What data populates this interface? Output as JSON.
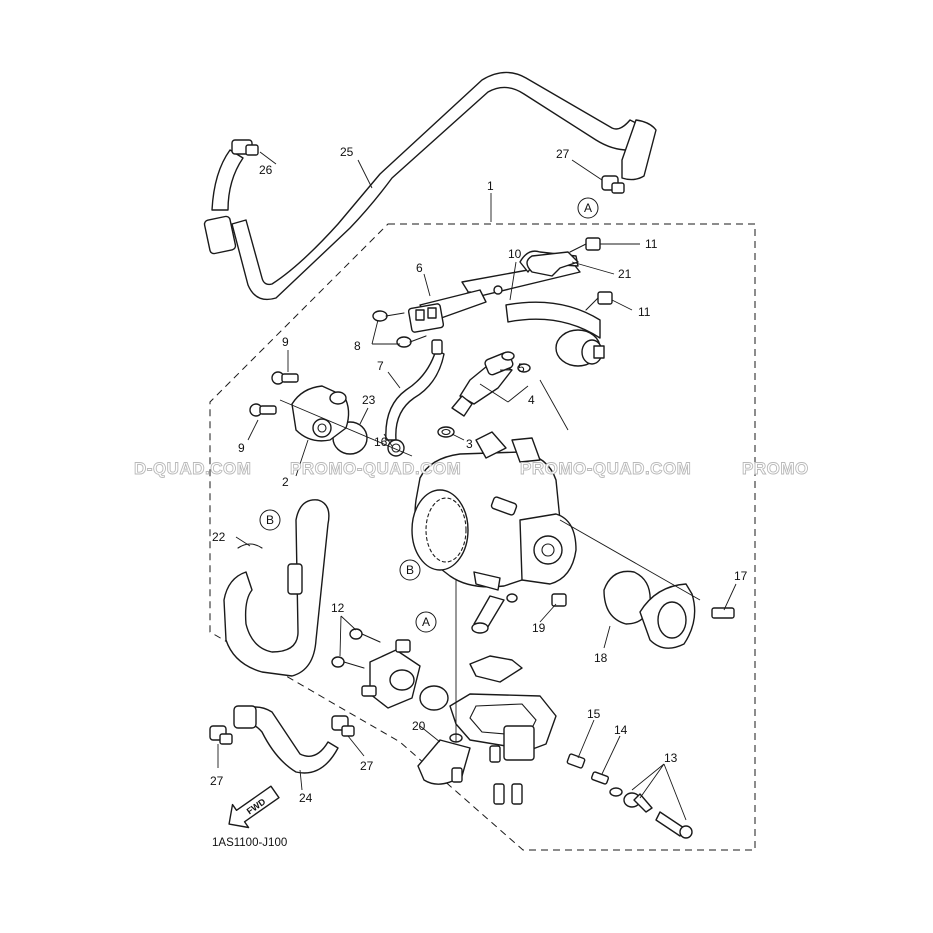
{
  "watermark": {
    "segments": [
      "D-QUAD.COM",
      "PROMO-QUAD.COM",
      "PROMO-QUAD.COM",
      "PROMO"
    ]
  },
  "diagram_code": "1AS1100-J100",
  "fwd_label": "FWD",
  "ref_markers": {
    "a": "A",
    "b": "B"
  },
  "callouts": {
    "c1": "1",
    "c2": "2",
    "c3": "3",
    "c4": "4",
    "c5": "5",
    "c6": "6",
    "c7": "7",
    "c8": "8",
    "c9a": "9",
    "c9b": "9",
    "c10": "10",
    "c11a": "11",
    "c11b": "11",
    "c12": "12",
    "c13": "13",
    "c14": "14",
    "c15": "15",
    "c16": "16",
    "c17": "17",
    "c18": "18",
    "c19": "19",
    "c20": "20",
    "c21": "21",
    "c22": "22",
    "c23": "23",
    "c24": "24",
    "c25": "25",
    "c26": "26",
    "c27a": "27",
    "c27b": "27",
    "c27c": "27"
  },
  "colors": {
    "line": "#1a1a1a",
    "watermark_outline": "#b9b9b9",
    "background": "#ffffff"
  }
}
